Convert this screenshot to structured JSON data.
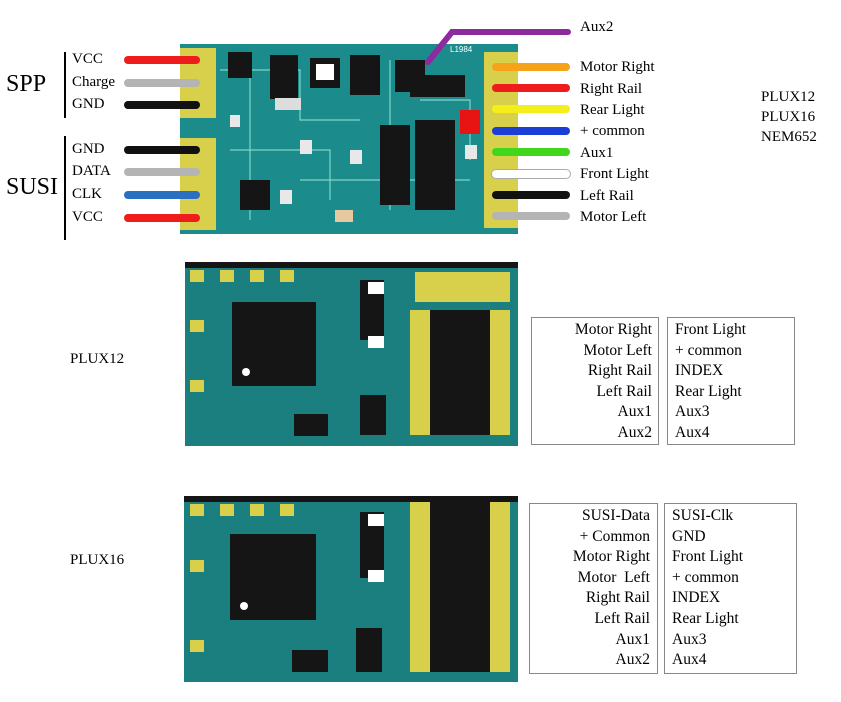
{
  "top": {
    "left_groups": [
      {
        "name": "SPP",
        "pins": [
          "VCC",
          "Charge",
          "GND"
        ]
      },
      {
        "name": "SUSI",
        "pins": [
          "GND",
          "DATA",
          "CLK",
          "VCC"
        ]
      }
    ],
    "aux2": "Aux2",
    "board_marking": "L1984",
    "right_pins": [
      "Motor Right",
      "Right Rail",
      "Rear Light",
      "+ common",
      "Aux1",
      "Front Light",
      "Left Rail",
      "Motor Left"
    ],
    "interfaces": [
      "PLUX12",
      "PLUX16",
      "NEM652"
    ]
  },
  "wire_colors": {
    "left": [
      "#ee1c1c",
      "#b4b4b4",
      "#111111",
      "#111111",
      "#b4b4b4",
      "#2a6fc0",
      "#ee1c1c"
    ],
    "aux2": "#8e2a9e",
    "right": [
      "#f6a31c",
      "#ee1c1c",
      "#f4ef1a",
      "#1b3ed6",
      "#3fd61b",
      "#ffffff",
      "#111111",
      "#b4b4b4"
    ]
  },
  "plux12": {
    "title": "PLUX12",
    "left_col": [
      "Motor Right",
      "Motor Left",
      "Right Rail",
      "Left Rail",
      "Aux1",
      "Aux2"
    ],
    "right_col": [
      "Front Light",
      "+ common",
      "INDEX",
      "Rear Light",
      "Aux3",
      "Aux4"
    ]
  },
  "plux16": {
    "title": "PLUX16",
    "left_col": [
      "SUSI-Data",
      "+ Common",
      "Motor Right",
      "Motor  Left",
      "Right Rail",
      "Left Rail",
      "Aux1",
      "Aux2"
    ],
    "right_col": [
      "SUSI-Clk",
      "GND",
      "Front Light",
      "+ common",
      "INDEX",
      "Rear Light",
      "Aux3",
      "Aux4"
    ]
  },
  "colors": {
    "pcb_top": "#1f8c8c",
    "pcb_bottom": "#1f7e7e",
    "pad": "#d8d04a",
    "chip": "#151515"
  }
}
